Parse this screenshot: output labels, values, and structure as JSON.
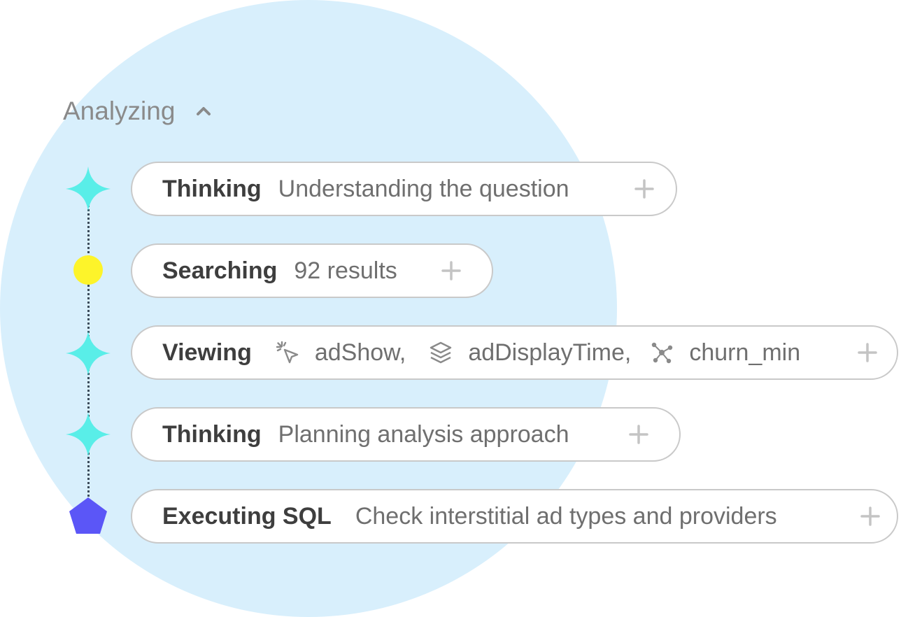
{
  "header": {
    "title": "Analyzing",
    "chevron_icon": "chevron-up-icon"
  },
  "steps": [
    {
      "label": "Thinking",
      "description": "Understanding the question",
      "marker": "sparkle",
      "marker_color": "#59eee8"
    },
    {
      "label": "Searching",
      "description": "92 results",
      "marker": "circle",
      "marker_color": "#fdf42a"
    },
    {
      "label": "Viewing",
      "marker": "sparkle",
      "marker_color": "#59eee8",
      "items": [
        {
          "icon": "cursor-click-icon",
          "text": "adShow,"
        },
        {
          "icon": "layers-icon",
          "text": "adDisplayTime,"
        },
        {
          "icon": "graph-nodes-icon",
          "text": "churn_min"
        }
      ]
    },
    {
      "label": "Thinking",
      "description": "Planning analysis approach",
      "marker": "sparkle",
      "marker_color": "#59eee8"
    },
    {
      "label": "Executing SQL",
      "description": "Check interstitial ad types and providers",
      "marker": "pentagon",
      "marker_color": "#5b56f7"
    }
  ],
  "colors": {
    "background_circle": "#d8effc",
    "pill_border": "#c9c9c9",
    "label_text": "#3e3e3e",
    "description_text": "#6f6f6f",
    "plus_icon": "#c4c4c4",
    "timeline_dots": "#3b4b5a"
  }
}
